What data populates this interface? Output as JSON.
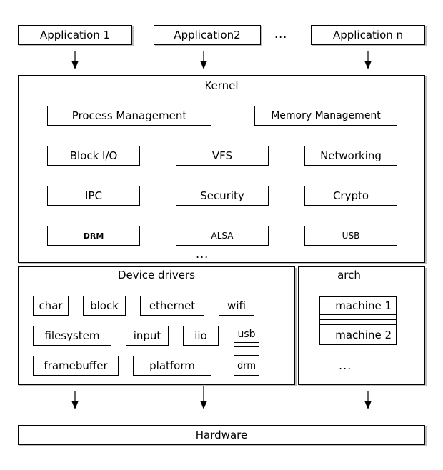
{
  "applications": {
    "app1": "Application 1",
    "app2": "Application2",
    "ellipsis": "...",
    "appn": "Application n"
  },
  "kernel": {
    "title": "Kernel",
    "process_management": "Process Management",
    "memory_management": "Memory Management",
    "block_io": "Block I/O",
    "vfs": "VFS",
    "networking": "Networking",
    "ipc": "IPC",
    "security": "Security",
    "crypto": "Crypto",
    "drm": "DRM",
    "alsa": "ALSA",
    "usb": "USB",
    "ellipsis": "..."
  },
  "device_drivers": {
    "title": "Device drivers",
    "char": "char",
    "block": "block",
    "ethernet": "ethernet",
    "wifi": "wifi",
    "filesystem": "filesystem",
    "input": "input",
    "iio": "iio",
    "usb": "usb",
    "drm": "drm",
    "framebuffer": "framebuffer",
    "platform": "platform"
  },
  "arch": {
    "title": "arch",
    "machine1": "machine 1",
    "machine2": "machine 2",
    "ellipsis": "..."
  },
  "hardware": {
    "title": "Hardware"
  }
}
